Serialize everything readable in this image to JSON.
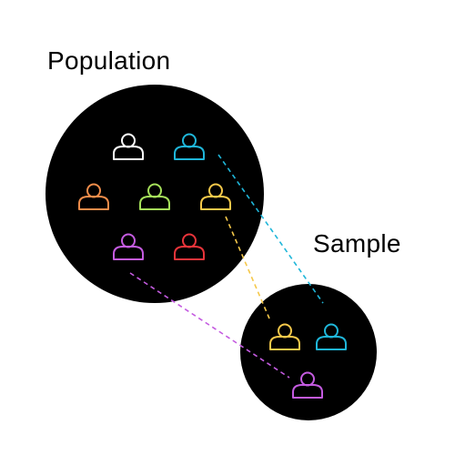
{
  "labels": {
    "population": "Population",
    "sample": "Sample"
  },
  "colors": {
    "background": "#ffffff",
    "circle_fill": "#000000",
    "white": "#ffffff",
    "cyan": "#1fb6d9",
    "orange": "#f08c4a",
    "green": "#a5e05a",
    "yellow": "#f5c84a",
    "purple": "#c45be0",
    "red": "#e8343a"
  },
  "population_people": [
    "white",
    "cyan",
    "orange",
    "green",
    "yellow",
    "purple",
    "red"
  ],
  "sample_people": [
    "yellow",
    "cyan",
    "purple"
  ],
  "links": [
    {
      "from": "cyan",
      "to": "cyan"
    },
    {
      "from": "yellow",
      "to": "yellow"
    },
    {
      "from": "purple",
      "to": "purple"
    }
  ]
}
